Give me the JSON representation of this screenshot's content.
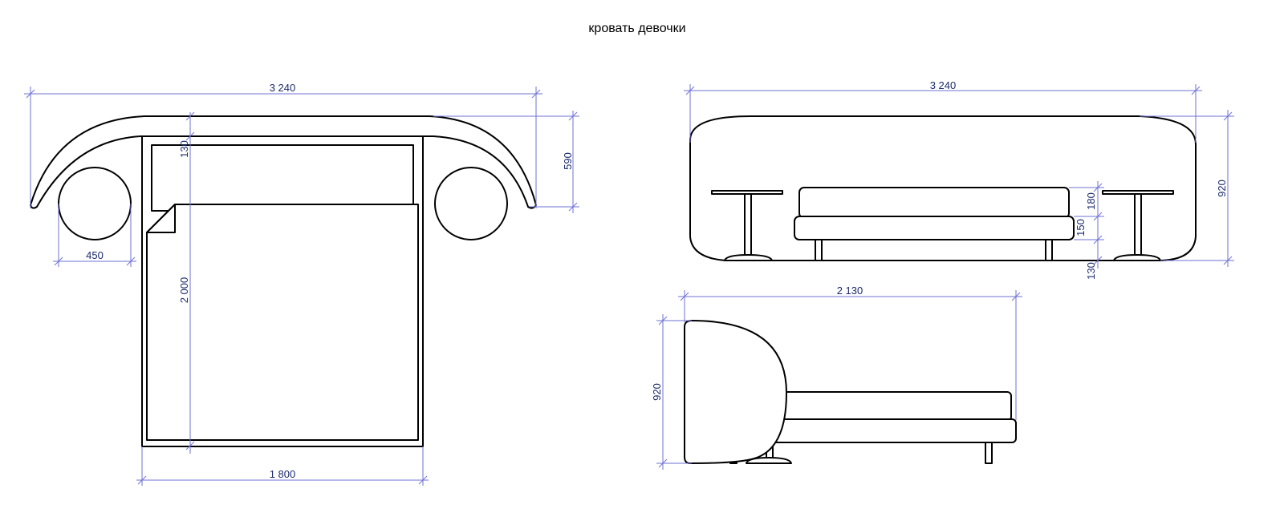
{
  "title": "кровать девочки",
  "plan_view": {
    "overall_width": "3 240",
    "headboard_depth": "590",
    "pillow_depth": "130",
    "bed_length": "2 000",
    "bed_width": "1 800",
    "nightstand_diameter": "450"
  },
  "front_view": {
    "overall_width": "3 240",
    "overall_height": "920",
    "mattress_height": "180",
    "base_height": "150",
    "leg_height": "130"
  },
  "side_view": {
    "overall_length": "2 130",
    "overall_height": "920"
  },
  "colors": {
    "outline": "#000000",
    "dimension_line": "#6f72d6",
    "dimension_text": "#1a2a6c"
  }
}
